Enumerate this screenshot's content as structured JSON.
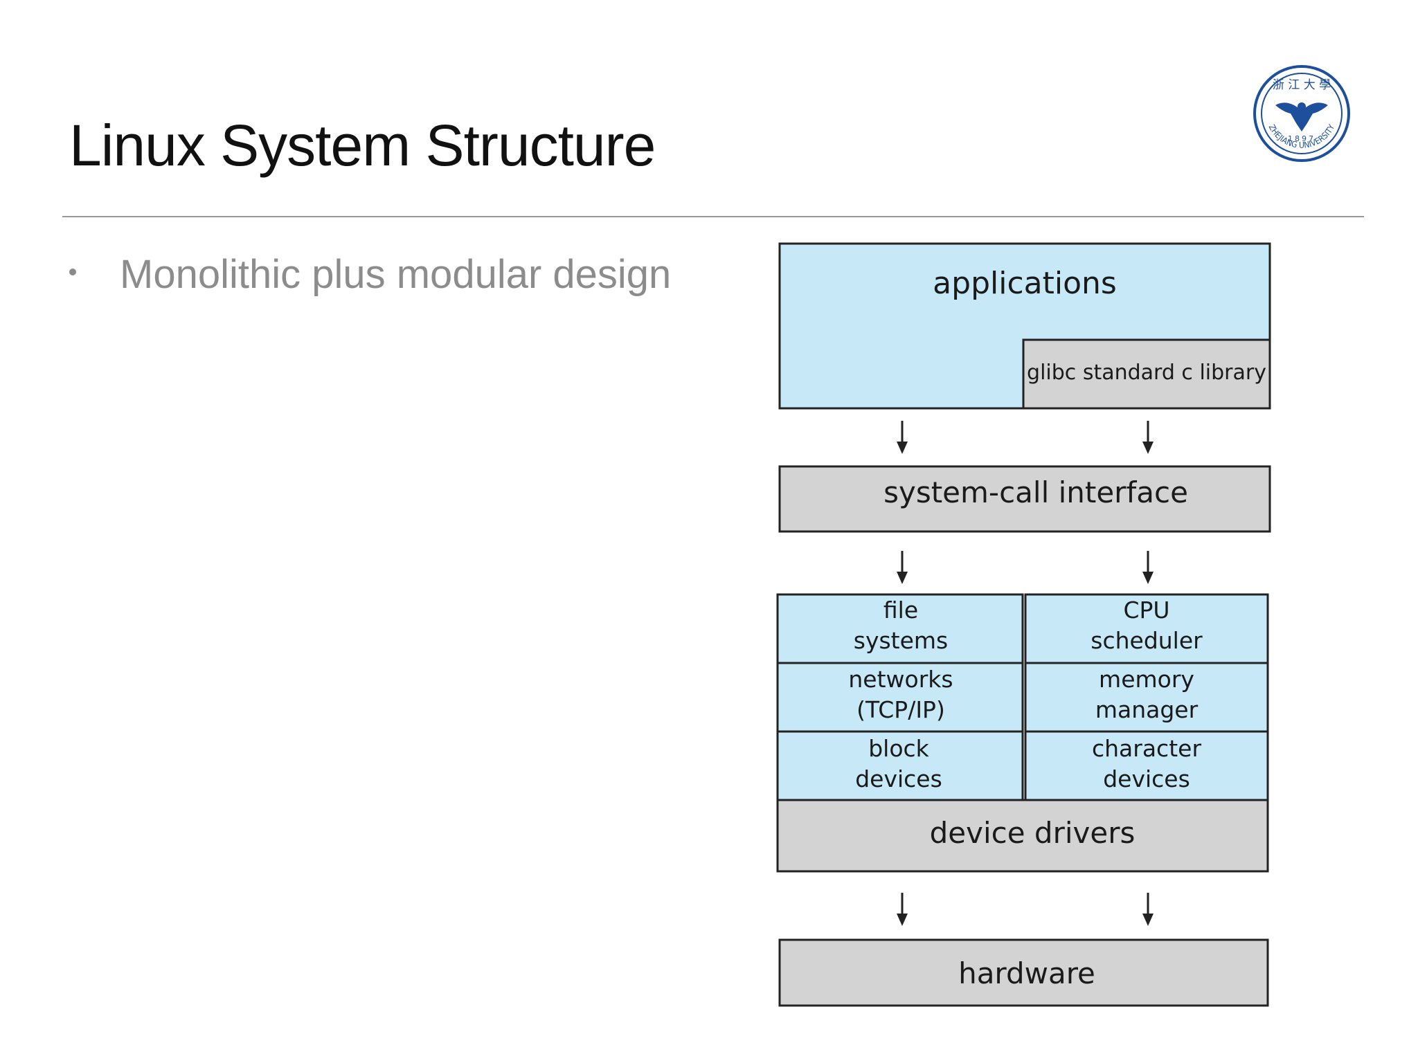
{
  "slide": {
    "title": "Linux System Structure",
    "bullet": "Monolithic plus modular design"
  },
  "logo": {
    "text": "ZHEJIANG UNIVERSITY",
    "year": "1897",
    "chinese": "浙 江 大 學"
  },
  "diagram": {
    "applications": "applications",
    "glibc": "glibc standard c library",
    "syscall": "system-call interface",
    "modules": {
      "file_1": "file",
      "file_2": "systems",
      "cpu_1": "CPU",
      "cpu_2": "scheduler",
      "net_1": "networks",
      "net_2": "(TCP/IP)",
      "mem_1": "memory",
      "mem_2": "manager",
      "block_1": "block",
      "block_2": "devices",
      "char_1": "character",
      "char_2": "devices"
    },
    "drivers": "device drivers",
    "hardware": "hardware"
  },
  "colors": {
    "blue_fill": "#c6e8f7",
    "gray_fill": "#d3d3d4",
    "border": "#222222",
    "logo_blue": "#1d4f9c"
  }
}
